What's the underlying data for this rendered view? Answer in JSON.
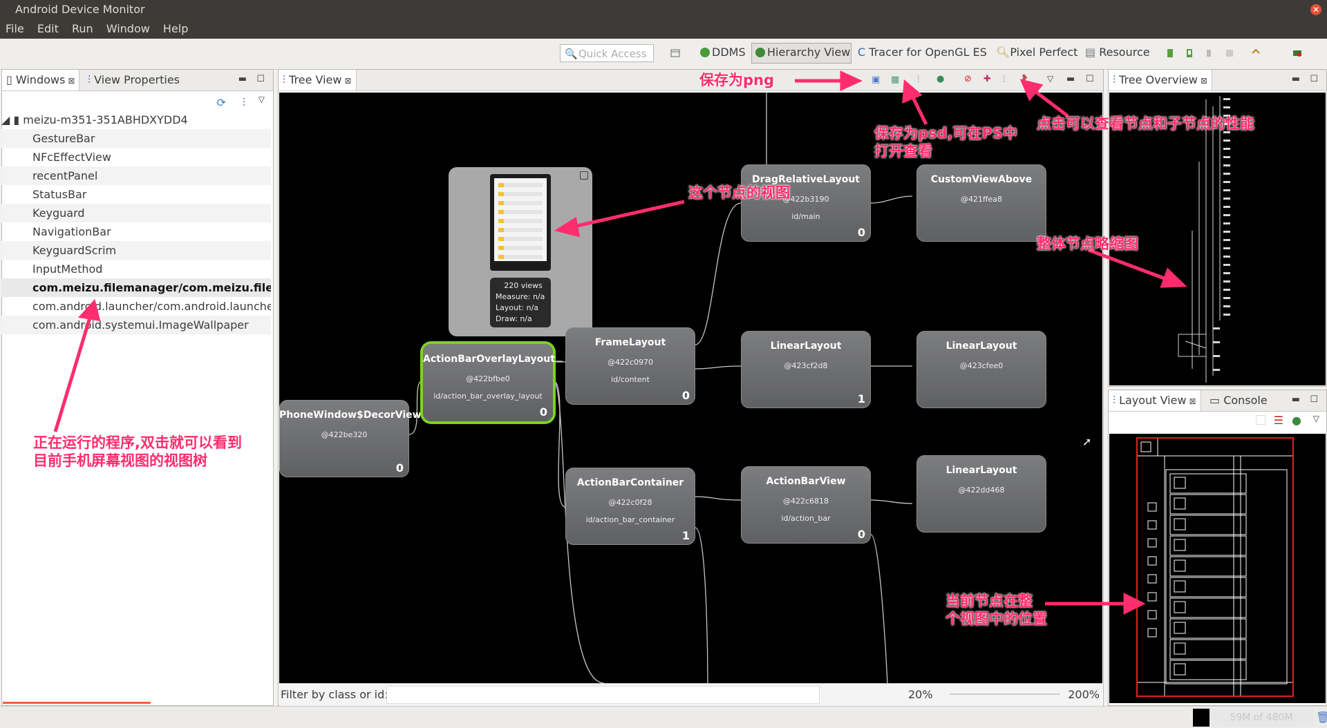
{
  "window": {
    "title": "Android Device Monitor"
  },
  "menu": [
    "File",
    "Edit",
    "Run",
    "Window",
    "Help"
  ],
  "toolbar": {
    "quick_access_placeholder": "Quick Access",
    "perspectives": [
      "DDMS",
      "Hierarchy View",
      "Tracer for OpenGL ES",
      "Pixel Perfect",
      "Resource"
    ]
  },
  "left_panel": {
    "tabs": [
      "Windows",
      "View Properties"
    ],
    "device": "meizu-m351-351ABHDXYDD4",
    "windows": [
      "GestureBar",
      "NFcEffectView",
      "recentPanel",
      "StatusBar",
      "Keyguard",
      "NavigationBar",
      "KeyguardScrim",
      "InputMethod",
      "com.meizu.filemanager/com.meizu.filemar",
      "com.android.launcher/com.android.launcher",
      "com.android.systemui.ImageWallpaper"
    ]
  },
  "tree_view": {
    "tab": "Tree View",
    "filter_label": "Filter by class or id:",
    "zoom_min": "20%",
    "zoom_max": "200%",
    "preview": {
      "views": "220 views",
      "measure": "Measure: n/a",
      "layout": "Layout: n/a",
      "draw": "Draw: n/a"
    },
    "nodes": {
      "decor": {
        "name": "PhoneWindow$DecorView",
        "addr": "@422be320",
        "id": "",
        "count": "0"
      },
      "overlay": {
        "name": "ActionBarOverlayLayout",
        "addr": "@422bfbe0",
        "id": "id/action_bar_overlay_layout",
        "count": "0"
      },
      "frame": {
        "name": "FrameLayout",
        "addr": "@422c0970",
        "id": "id/content",
        "count": "0"
      },
      "container": {
        "name": "ActionBarContainer",
        "addr": "@422c0f28",
        "id": "id/action_bar_container",
        "count": "1"
      },
      "drag": {
        "name": "DragRelativeLayout",
        "addr": "@422b3190",
        "id": "id/main",
        "count": "0"
      },
      "linear1": {
        "name": "LinearLayout",
        "addr": "@423cf2d8",
        "id": "",
        "count": "1"
      },
      "abview": {
        "name": "ActionBarView",
        "addr": "@422c6818",
        "id": "id/action_bar",
        "count": "0"
      },
      "custom": {
        "name": "CustomViewAbove",
        "addr": "@421ffea8",
        "id": "",
        "count": ""
      },
      "linear2": {
        "name": "LinearLayout",
        "addr": "@423cfee0",
        "id": "",
        "count": ""
      },
      "linear3": {
        "name": "LinearLayout",
        "addr": "@422dd468",
        "id": "",
        "count": ""
      }
    }
  },
  "right_panels": {
    "overview_tab": "Tree Overview",
    "layout_tab": "Layout View",
    "console_tab": "Console"
  },
  "status": {
    "memory": "59M of 480M"
  },
  "annotations": {
    "save_png": "保存为png",
    "save_psd": "保存为psd,可在PS中\n打开查看",
    "perf": "点击可以查看节点和子节点的性能",
    "node_view": "这个节点的视图",
    "overview": "整体节点略缩图",
    "running": "正在运行的程序,双击就可以看到\n目前手机屏幕视图的视图树",
    "position": "当前节点在整\n个视图中的位置"
  },
  "colors": {
    "selected_outline": "#7fcf2a",
    "annotation": "#ff2d6e",
    "layout_frame": "#e02020"
  }
}
